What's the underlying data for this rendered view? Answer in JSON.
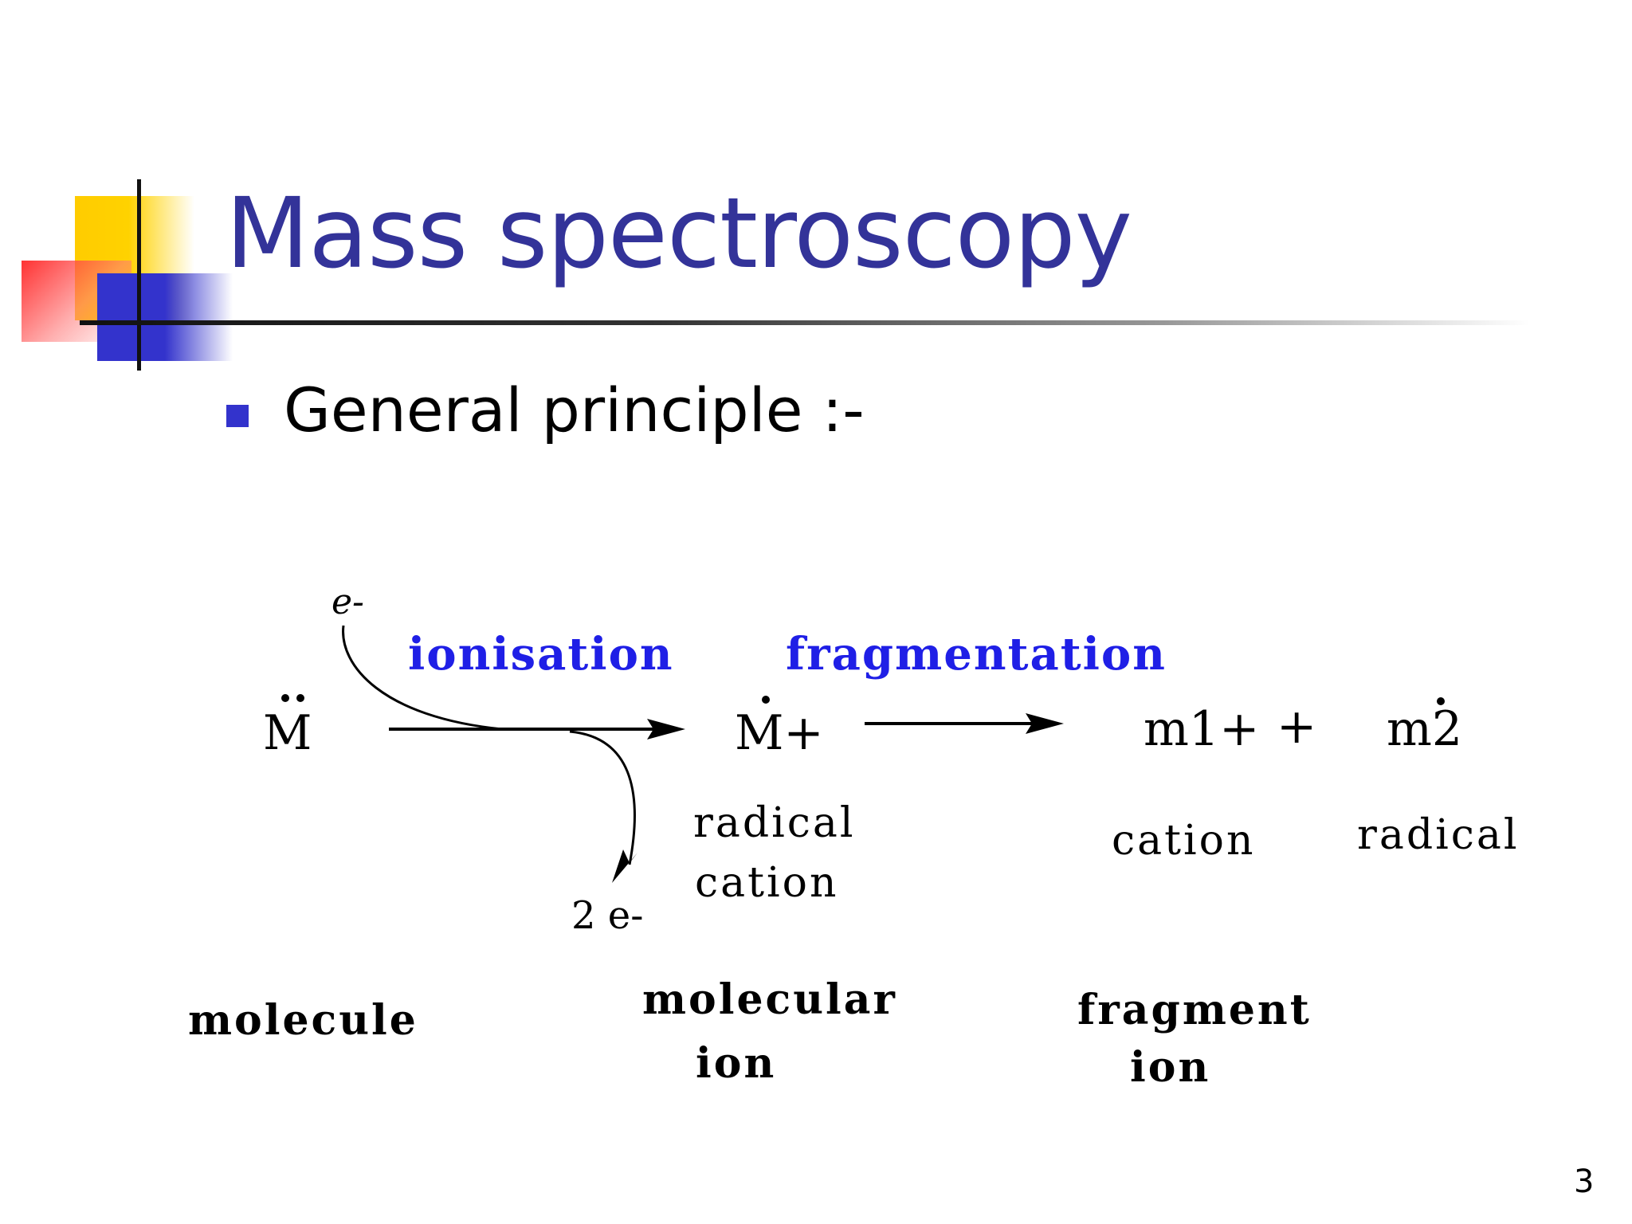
{
  "slide": {
    "title": "Mass spectroscopy",
    "bullet": "General principle :-",
    "page_number": "3"
  },
  "diagram": {
    "electron_in": "e-",
    "electrons_out": "2 e-",
    "step1_label": "ionisation",
    "step2_label": "fragmentation",
    "molecule_symbol": "M",
    "molecular_ion_symbol": "M+",
    "fragment_cation_symbol": "m1+",
    "plus_sign": "+",
    "fragment_radical_symbol": "m2",
    "radical_cation_line1": "radical",
    "radical_cation_line2": "cation",
    "cation_label": "cation",
    "radical_label": "radical",
    "molecule_label": "molecule",
    "molecular_ion_line1": "molecular",
    "molecular_ion_line2": "ion",
    "fragment_ion_line1": "fragment",
    "fragment_ion_line2": "ion"
  },
  "colors": {
    "title": "#333399",
    "bullet": "#3333cc",
    "step_labels": "#1f1fe6"
  }
}
